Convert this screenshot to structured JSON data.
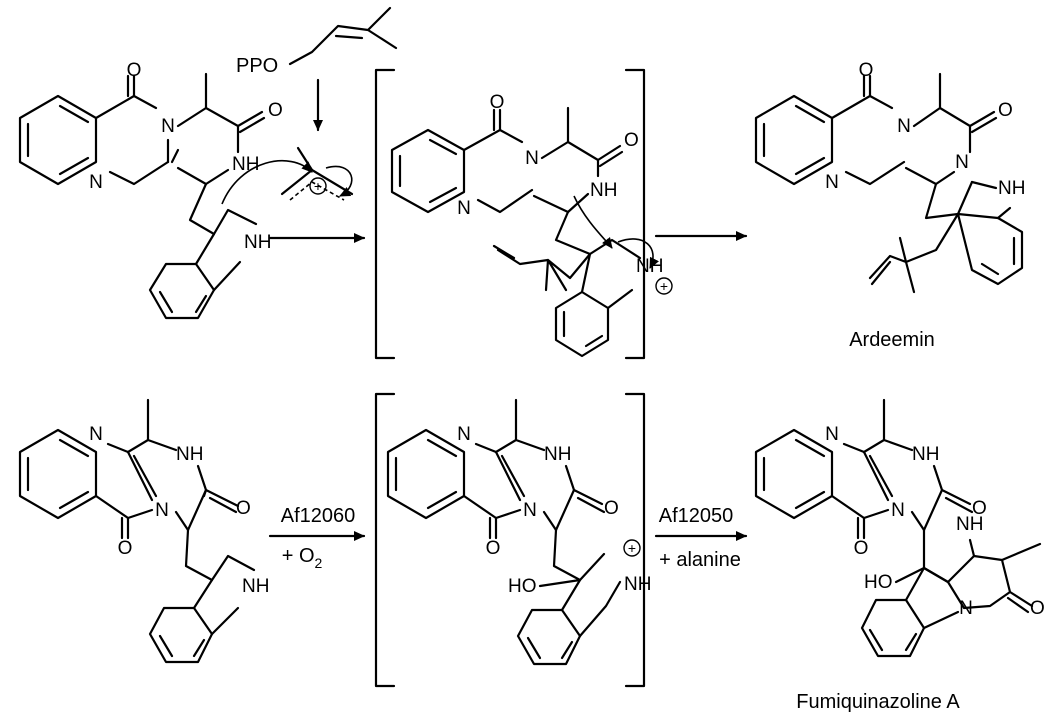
{
  "reagents": {
    "prenyl_donor": "PPO"
  },
  "products": {
    "top_product": "Ardeemin",
    "bottom_product": "Fumiquinazoline A"
  },
  "conditions": {
    "step1_enzyme": "Af12060",
    "step1_reagent_prefix": "+ O",
    "step1_reagent_sub": "2",
    "step2_enzyme": "Af12050",
    "step2_reagent": "+ alanine"
  },
  "atoms": {
    "O": "O",
    "N": "N",
    "NH": "NH",
    "HO": "HO",
    "plus": "+"
  }
}
